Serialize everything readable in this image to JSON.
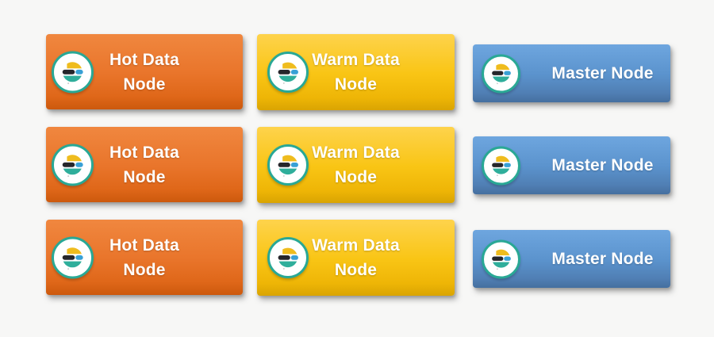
{
  "page": {
    "background": "#f7f7f6",
    "description_colors": {
      "hot_top": "#f0873f",
      "hot_bottom": "#cc590d",
      "warm_top": "#fed34c",
      "warm_bottom": "#d9a402",
      "master_top": "#6ea6df",
      "master_bottom": "#456f9f",
      "label_text": "#ffffff"
    }
  },
  "icon": {
    "name": "elasticsearch-logo-icon",
    "ring": "#29a895",
    "yellow": "#efbc1e",
    "dark": "#26262b",
    "blue": "#38a0d5",
    "teal": "#2fae9b"
  },
  "nodes": [
    {
      "id": "hot-1",
      "type": "hot",
      "label": "Hot Data\nNode"
    },
    {
      "id": "warm-1",
      "type": "warm",
      "label": "Warm Data\nNode"
    },
    {
      "id": "master-1",
      "type": "master",
      "label": "Master Node"
    },
    {
      "id": "hot-2",
      "type": "hot",
      "label": "Hot Data\nNode"
    },
    {
      "id": "warm-2",
      "type": "warm",
      "label": "Warm Data\nNode"
    },
    {
      "id": "master-2",
      "type": "master",
      "label": "Master Node"
    },
    {
      "id": "hot-3",
      "type": "hot",
      "label": "Hot Data\nNode"
    },
    {
      "id": "warm-3",
      "type": "warm",
      "label": "Warm Data\nNode"
    },
    {
      "id": "master-3",
      "type": "master",
      "label": "Master Node"
    }
  ]
}
